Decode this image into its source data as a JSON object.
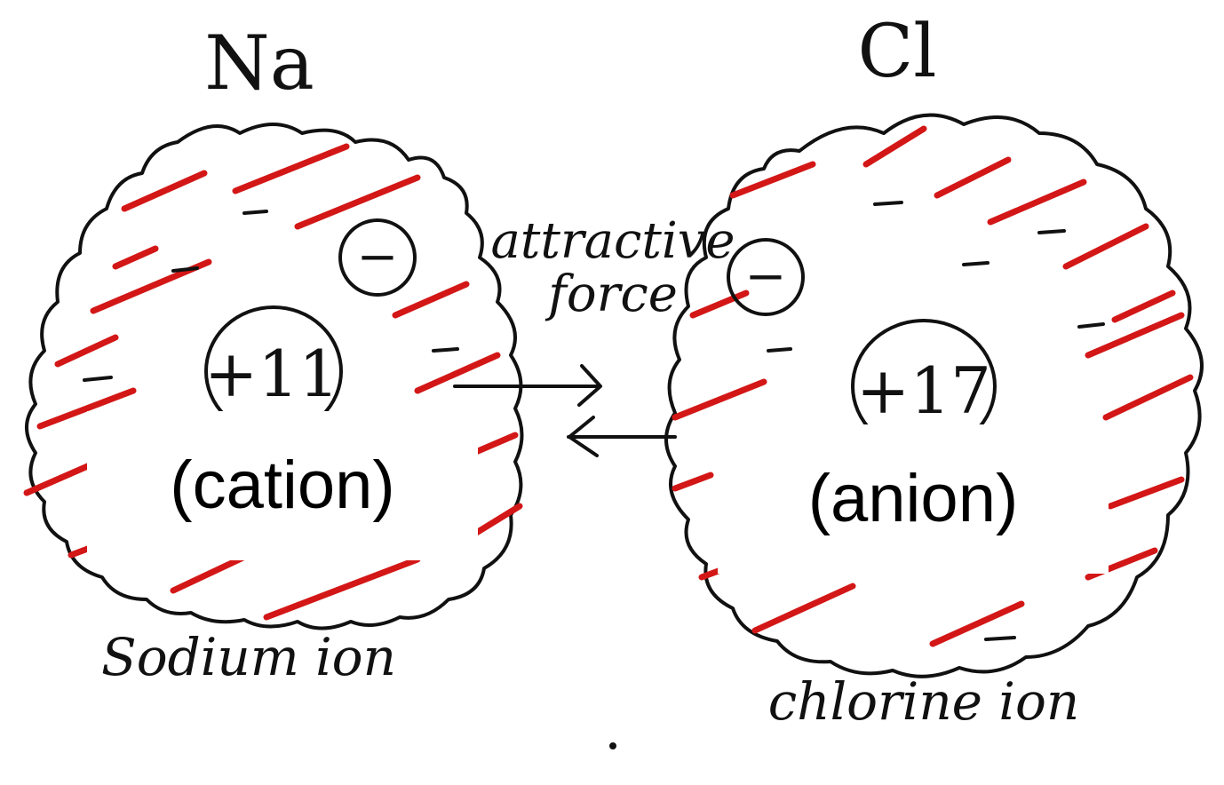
{
  "colors": {
    "ink": "#111111",
    "hatch": "#d31717",
    "paper": "#ffffff"
  },
  "sodium": {
    "symbol": "Na",
    "nucleus_charge": "+11",
    "electron_symbol": "−",
    "caption": "Sodium ion",
    "type_label": "(cation)"
  },
  "chlorine": {
    "symbol": "Cl",
    "nucleus_charge": "+17",
    "electron_symbol": "−",
    "caption": "chlorine ion",
    "type_label": "(anion)"
  },
  "force": {
    "line1": "attractive",
    "line2": "force"
  }
}
